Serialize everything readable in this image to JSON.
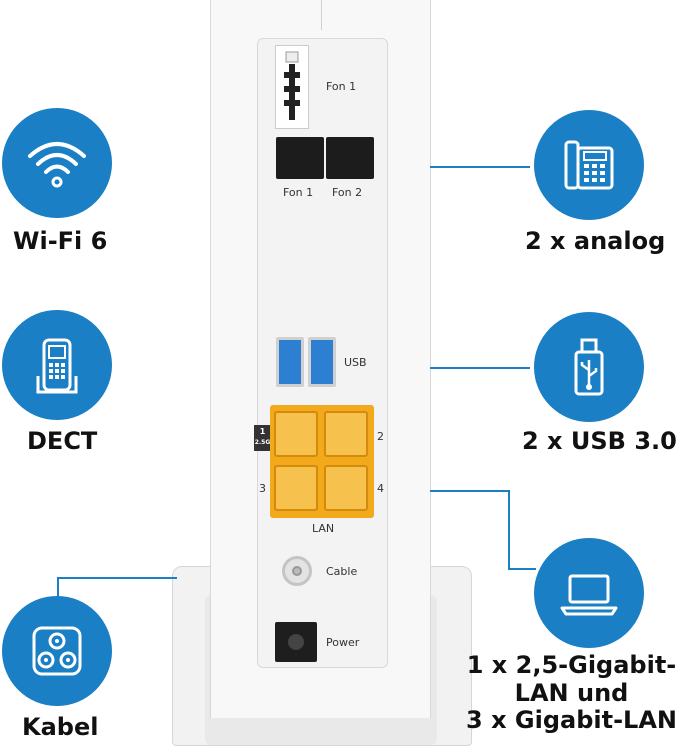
{
  "features": {
    "wifi": {
      "label": "Wi-Fi 6",
      "icon": "wifi-icon"
    },
    "dect": {
      "label": "DECT",
      "icon": "dect-phone-icon"
    },
    "kabel": {
      "label": "Kabel",
      "icon": "coax-socket-icon"
    },
    "analog": {
      "label": "2 x analog",
      "icon": "desk-phone-icon"
    },
    "usb": {
      "label": "2 x USB 3.0",
      "icon": "usb-stick-icon"
    },
    "lan": {
      "label_line1": "1 x 2,5-Gigabit-",
      "label_line2": "LAN und",
      "label_line3": "3 x Gigabit-LAN",
      "icon": "laptop-icon"
    }
  },
  "device": {
    "tae_label": "Fon 1",
    "rj11_left_label": "Fon 1",
    "rj11_right_label": "Fon 2",
    "usb_label": "USB",
    "lan_label": "LAN",
    "lan_tag_number": "1",
    "lan_tag_speed": "2.5G",
    "lan_port_2": "2",
    "lan_port_3": "3",
    "lan_port_4": "4",
    "cable_label": "Cable",
    "power_label": "Power"
  },
  "colors": {
    "accent": "#1a7fc4",
    "lan_yellow": "#f2a91c",
    "usb_blue": "#2d7fd1"
  }
}
